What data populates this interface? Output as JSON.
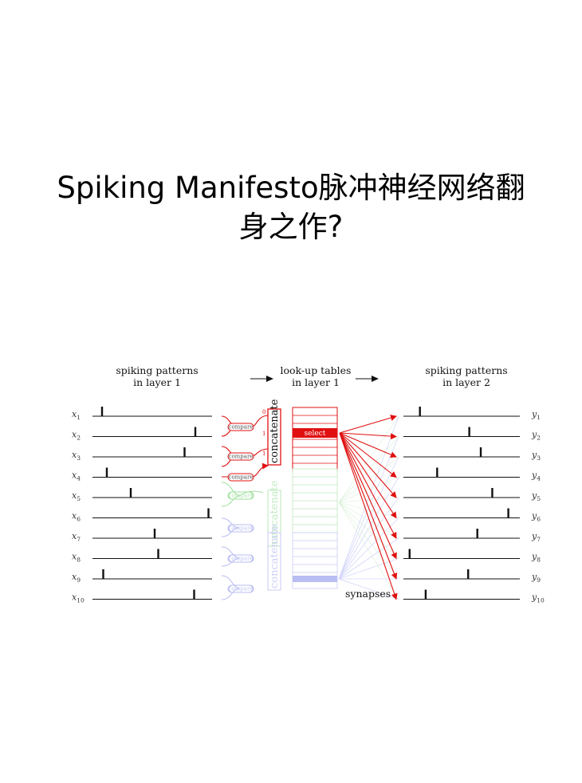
{
  "title": {
    "line1": "Spiking Manifesto脉冲神经网络翻",
    "line2": "身之作?"
  },
  "figure": {
    "header_layer1": [
      "spiking patterns",
      "in layer 1"
    ],
    "header_lookup": [
      "look-up tables",
      "in layer 1"
    ],
    "header_layer2": [
      "spiking patterns",
      "in layer 2"
    ],
    "compare_label": "compare",
    "concatenate_label": "concatenate",
    "select_label": "select",
    "synapses_label": "synapses",
    "colors": {
      "active": "#e01010",
      "green_faded": "#9de09d",
      "blue_faded": "#b8bdf2",
      "axis": "#111111"
    },
    "inputs": [
      {
        "letter": "x",
        "sub": "1",
        "spike": 0.08
      },
      {
        "letter": "x",
        "sub": "2",
        "spike": 0.86
      },
      {
        "letter": "x",
        "sub": "3",
        "spike": 0.77
      },
      {
        "letter": "x",
        "sub": "4",
        "spike": 0.12
      },
      {
        "letter": "x",
        "sub": "5",
        "spike": 0.32
      },
      {
        "letter": "x",
        "sub": "6",
        "spike": 0.97
      },
      {
        "letter": "x",
        "sub": "7",
        "spike": 0.52
      },
      {
        "letter": "x",
        "sub": "8",
        "spike": 0.55
      },
      {
        "letter": "x",
        "sub": "9",
        "spike": 0.09
      },
      {
        "letter": "x",
        "sub": "10",
        "spike": 0.85
      }
    ],
    "outputs": [
      {
        "letter": "y",
        "sub": "1",
        "spike": 0.13
      },
      {
        "letter": "y",
        "sub": "2",
        "spike": 0.56
      },
      {
        "letter": "y",
        "sub": "3",
        "spike": 0.66
      },
      {
        "letter": "y",
        "sub": "4",
        "spike": 0.28
      },
      {
        "letter": "y",
        "sub": "5",
        "spike": 0.76
      },
      {
        "letter": "y",
        "sub": "6",
        "spike": 0.9
      },
      {
        "letter": "y",
        "sub": "7",
        "spike": 0.63
      },
      {
        "letter": "y",
        "sub": "8",
        "spike": 0.04
      },
      {
        "letter": "y",
        "sub": "9",
        "spike": 0.55
      },
      {
        "letter": "y",
        "sub": "10",
        "spike": 0.18
      }
    ]
  }
}
